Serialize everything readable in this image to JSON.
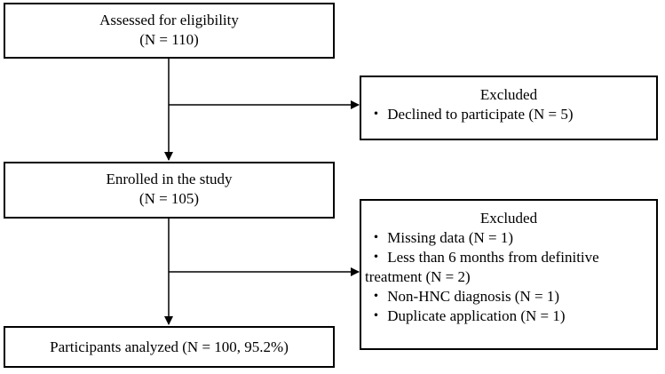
{
  "boxes": {
    "assessed": {
      "line1": "Assessed for eligibility",
      "line2": "(N = 110)"
    },
    "excluded1": {
      "title": "Excluded",
      "items": [
        "・ Declined to participate (N = 5)"
      ]
    },
    "enrolled": {
      "line1": "Enrolled in the study",
      "line2": "(N = 105)"
    },
    "excluded2": {
      "title": "Excluded",
      "items": [
        "・ Missing data (N = 1)",
        "・ Less than 6 months from definitive",
        "treatment (N = 2)",
        "・ Non-HNC diagnosis (N = 1)",
        "・ Duplicate application (N = 1)"
      ]
    },
    "analyzed": {
      "line1": "Participants analyzed (N = 100, 95.2%)"
    }
  }
}
